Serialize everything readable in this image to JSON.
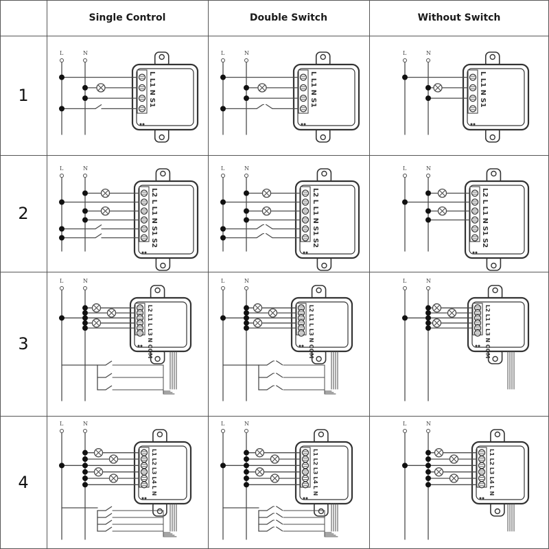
{
  "columns": [
    "Single Control",
    "Double Switch",
    "Without Switch"
  ],
  "rows": [
    "1",
    "2",
    "3",
    "4"
  ],
  "wire_labels": {
    "line": "L",
    "neutral": "N"
  },
  "terminal_labels": {
    "1": "L L1 N S1",
    "2": "L2 L L1 N S1 S2",
    "3": "L2 L1 L L3 N COM",
    "4": "L1 L2 L3 L4 L N"
  },
  "colors": {
    "grid": "#555555",
    "wire": "#4a4a4a",
    "device": "#333333",
    "text": "#111111"
  },
  "icons": [
    "lamp-icon",
    "wall-switch-icon",
    "relay-module-icon",
    "terminal-screw-icon"
  ]
}
